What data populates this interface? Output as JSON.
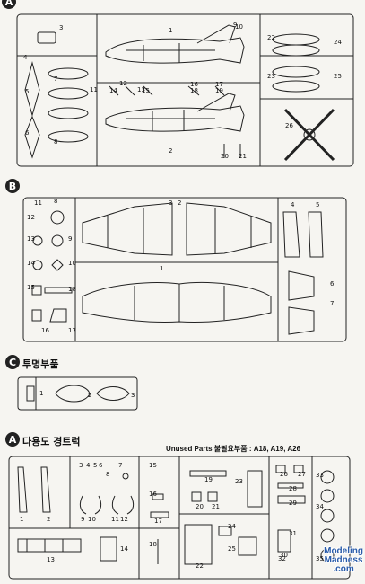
{
  "sections": {
    "a_top": {
      "letter": "A"
    },
    "b": {
      "letter": "B"
    },
    "c": {
      "letter": "C",
      "title": "투명부품"
    },
    "a_bottom": {
      "letter": "A",
      "title": "다용도 경트럭"
    }
  },
  "unused_parts": "Unused Parts 불필요부품 : A18, A19, A26",
  "sprue_a_numbers": [
    "1",
    "2",
    "3",
    "4",
    "5",
    "6",
    "7",
    "8",
    "9",
    "10",
    "11",
    "12",
    "13",
    "14",
    "15",
    "16",
    "17",
    "18",
    "19",
    "20",
    "21",
    "22",
    "23",
    "24",
    "25",
    "26"
  ],
  "sprue_b_numbers": [
    "1",
    "2",
    "3",
    "4",
    "5",
    "6",
    "7",
    "8",
    "9",
    "10",
    "11",
    "12",
    "13",
    "14",
    "15",
    "16",
    "17",
    "18"
  ],
  "sprue_c_numbers": [
    "1",
    "2",
    "3"
  ],
  "sprue_truck_numbers": [
    "1",
    "2",
    "3",
    "4",
    "5",
    "6",
    "7",
    "8",
    "9",
    "10",
    "11",
    "12",
    "13",
    "14",
    "15",
    "16",
    "17",
    "18",
    "19",
    "20",
    "21",
    "22",
    "23",
    "24",
    "25",
    "26",
    "27",
    "28",
    "29",
    "30",
    "31",
    "32",
    "33",
    "34",
    "35"
  ],
  "watermark": {
    "line1": "Modeling",
    "line2": "Madness",
    "line3": ".com",
    "color": "#2a5caa"
  }
}
